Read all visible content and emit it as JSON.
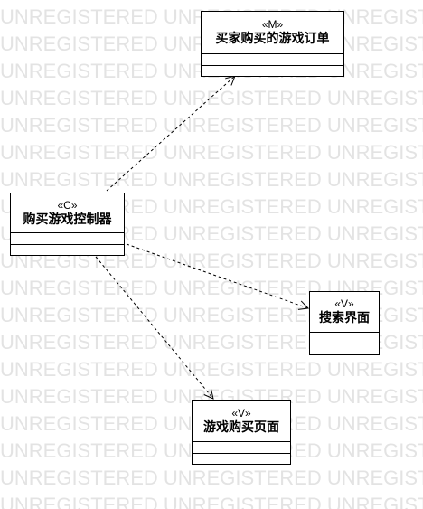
{
  "watermark": {
    "text": "UNREGISTERED",
    "color": "#e3e3e3"
  },
  "classes": {
    "order": {
      "stereotype": "«M»",
      "name": "买家购买的游戏订单"
    },
    "controller": {
      "stereotype": "«C»",
      "name": "购买游戏控制器"
    },
    "search": {
      "stereotype": "«V»",
      "name": "搜索界面"
    },
    "purchase_page": {
      "stereotype": "«V»",
      "name": "游戏购买页面"
    }
  },
  "dependencies": [
    {
      "from": "controller",
      "to": "order",
      "style": "dashed-open-arrow"
    },
    {
      "from": "controller",
      "to": "search",
      "style": "dashed-open-arrow"
    },
    {
      "from": "controller",
      "to": "purchase_page",
      "style": "dashed-open-arrow"
    }
  ]
}
